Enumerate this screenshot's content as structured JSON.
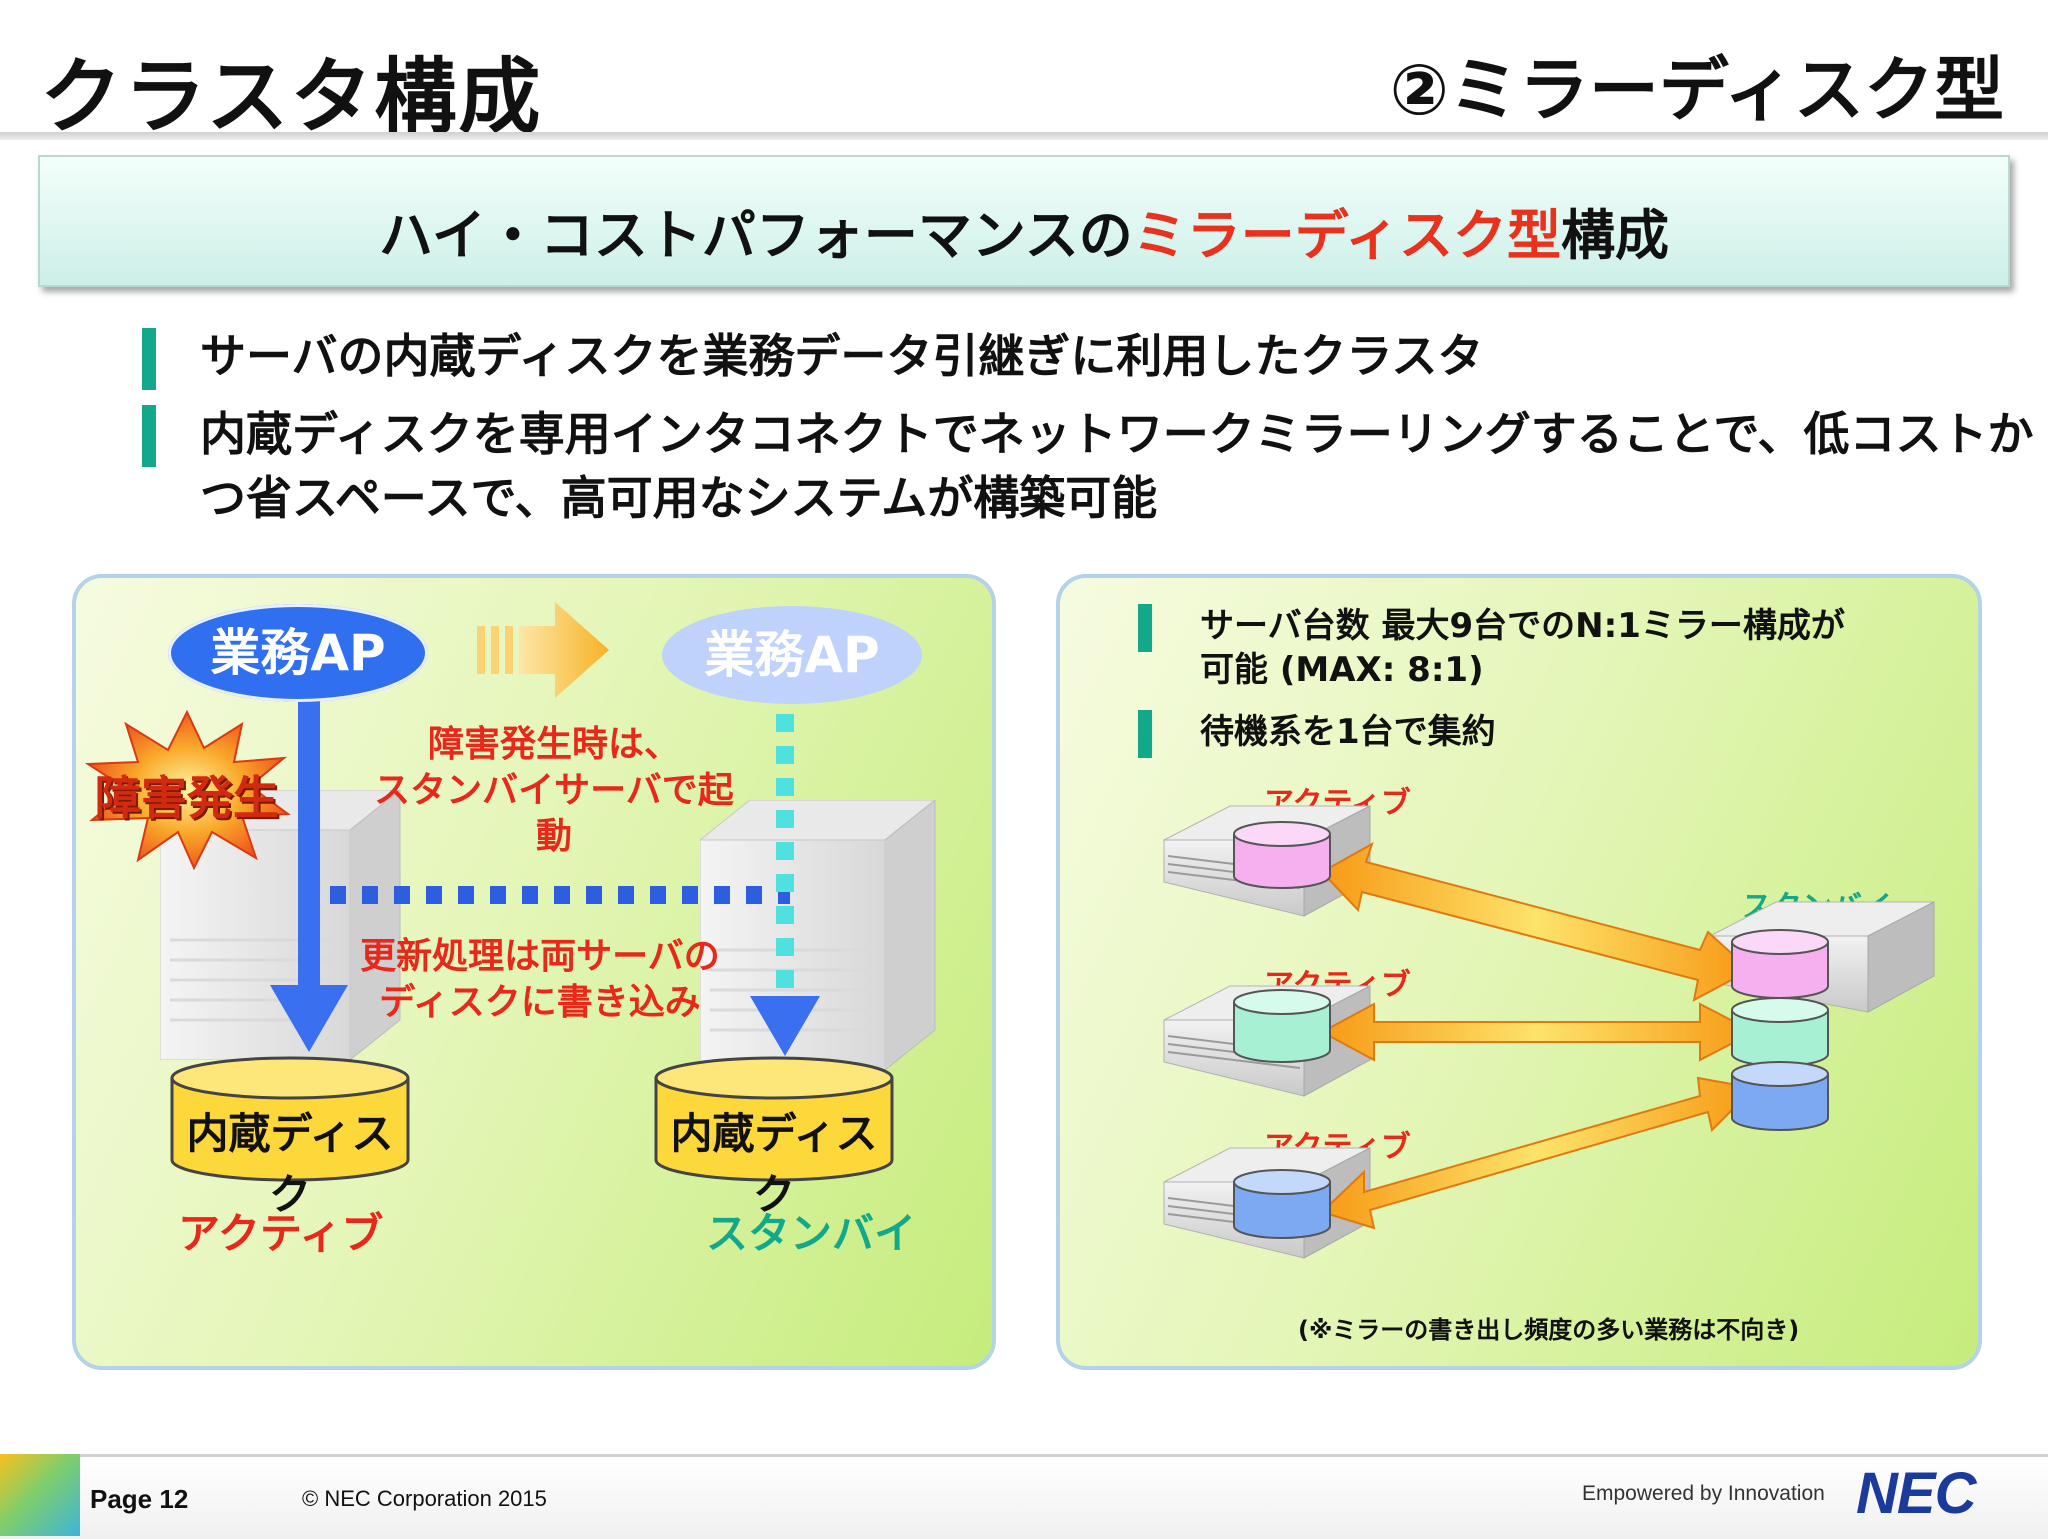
{
  "header": {
    "title": "クラスタ構成",
    "subtitle": "②ミラーディスク型"
  },
  "banner": {
    "prefix": "ハイ・コストパフォーマンスの",
    "highlight": "ミラーディスク型",
    "suffix": "構成"
  },
  "bullets": [
    {
      "line1": "サーバの内蔵ディスクを業務データ引継ぎに利用したクラスタ",
      "line2": ""
    },
    {
      "line1": "内蔵ディスクを専用インタコネクトでネットワークミラーリングすることで、低コストか",
      "line2": "つ省スペースで、高可用なシステムが構築可能"
    }
  ],
  "left_panel": {
    "ap_active": "業務AP",
    "ap_standby": "業務AP",
    "failure_burst": "障害発生",
    "failure_note_line1": "障害発生時は、",
    "failure_note_line2": "スタンバイサーバで起動",
    "update_note_line1": "更新処理は両サーバの",
    "update_note_line2": "ディスクに書き込み",
    "disk_active": "内蔵ディスク",
    "disk_standby": "内蔵ディスク",
    "label_active": "アクティブ",
    "label_standby": "スタンバイ"
  },
  "right_panel": {
    "bullet1_line1": "サーバ台数 最大9台でのN:1ミラー構成が",
    "bullet1_line2": "可能 (MAX: 8:1)",
    "bullet2": "待機系を1台で集約",
    "active1": "アクティブ",
    "active2": "アクティブ",
    "active3": "アクティブ",
    "standby": "スタンバイ",
    "note": "(※ミラーの書き出し頻度の多い業務は不向き)"
  },
  "footer": {
    "page": "Page 12",
    "copyright": "© NEC Corporation 2015",
    "tagline": "Empowered by Innovation",
    "logo": "NEC"
  },
  "colors": {
    "highlight_red": "#e8321e",
    "teal": "#14a88a",
    "ap_blue": "#2f6ff0",
    "ap_light": "#bfd2fb",
    "disk_yellow": "#fde24f",
    "arrow_orange": "#f7a21a",
    "nec_blue": "#1a3a9c"
  }
}
